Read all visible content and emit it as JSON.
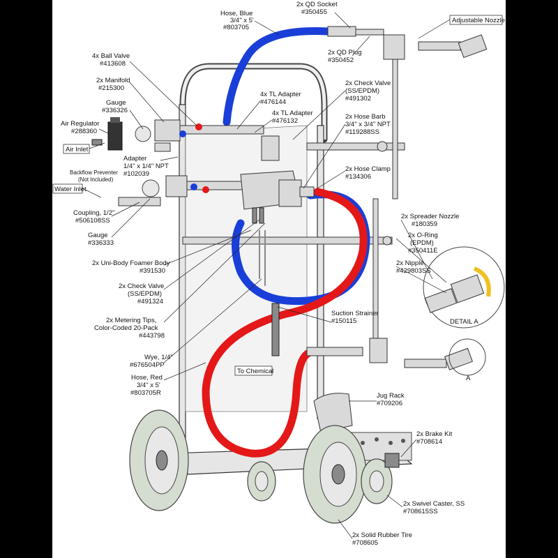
{
  "labels": {
    "qd_socket": [
      "2x QD Socket",
      "#350455"
    ],
    "adjustable_nozzle": [
      "Adjustable Nozzle"
    ],
    "hose_blue": [
      "Hose, Blue",
      "3/4\" x 5'",
      "#803705"
    ],
    "qd_plug": [
      "2x QD Plug",
      "#350452"
    ],
    "ball_valve": [
      "4x Ball Valve",
      "#413608"
    ],
    "manifold": [
      "2x Manifold",
      "#215300"
    ],
    "tl_adapter_a": [
      "4x TL Adapter",
      "#476144"
    ],
    "check_valve_top": [
      "2x Check Valve",
      "(SS/EPDM)",
      "#491302"
    ],
    "gauge_top": [
      "Gauge",
      "#336326"
    ],
    "tl_adapter_b": [
      "4x TL Adapter",
      "#476132"
    ],
    "air_regulator": [
      "Air Regulator",
      "#288360"
    ],
    "hose_barb": [
      "2x Hose Barb",
      "3/4\" x 3/4\" NPT",
      "#119288SS"
    ],
    "air_inlet": [
      "Air Inlet"
    ],
    "adapter": [
      "Adapter",
      "1/4\" x 1/4\" NPT",
      "#102039"
    ],
    "hose_clamp": [
      "2x Hose Clamp",
      "#134306"
    ],
    "backflow": [
      "Backflow Preventer",
      "(Not Included)"
    ],
    "water_inlet": [
      "Water Inlet"
    ],
    "coupling": [
      "Coupling, 1/2\"",
      "#506108SS"
    ],
    "spreader_nozzle": [
      "2x Spreader Nozzle",
      "#180359"
    ],
    "gauge_bottom": [
      "Gauge",
      "#336333"
    ],
    "o_ring": [
      "2x O-Ring",
      "(EPDM)",
      "#350411E"
    ],
    "foamer_body": [
      "2x Uni-Body Foamer Body",
      "#391530"
    ],
    "nipple": [
      "2x Nipple",
      "#429803SS"
    ],
    "check_valve_mid": [
      "2x Check Valve",
      "(SS/EPDM)",
      "#491324"
    ],
    "detail_a": [
      "DETAIL A"
    ],
    "metering_tips": [
      "2x Metering Tips,",
      "Color-Coded 20-Pack",
      "#443798"
    ],
    "suction_strainer": [
      "Suction Strainer",
      "#150115"
    ],
    "wye": [
      "Wye, 1/4\"",
      "#676504PP"
    ],
    "to_chemical": [
      "To Chemical"
    ],
    "hose_red": [
      "Hose, Red",
      "3/4\" x 5'",
      "#803705R"
    ],
    "section_a": [
      "A"
    ],
    "jug_rack": [
      "Jug Rack",
      "#709206"
    ],
    "brake_kit": [
      "2x Brake Kit",
      "#708614"
    ],
    "swivel_caster": [
      "2x Swivel Caster, SS",
      "#708615SS"
    ],
    "rubber_tire": [
      "2x Solid Rubber Tire",
      "#708605"
    ]
  },
  "colors": {
    "blue_hose": "#1a3fd8",
    "red_hose": "#e41818",
    "tire": "#d4ddd0",
    "arrow_yellow": "#f0c020",
    "background": "#ffffff",
    "border": "#000000"
  }
}
